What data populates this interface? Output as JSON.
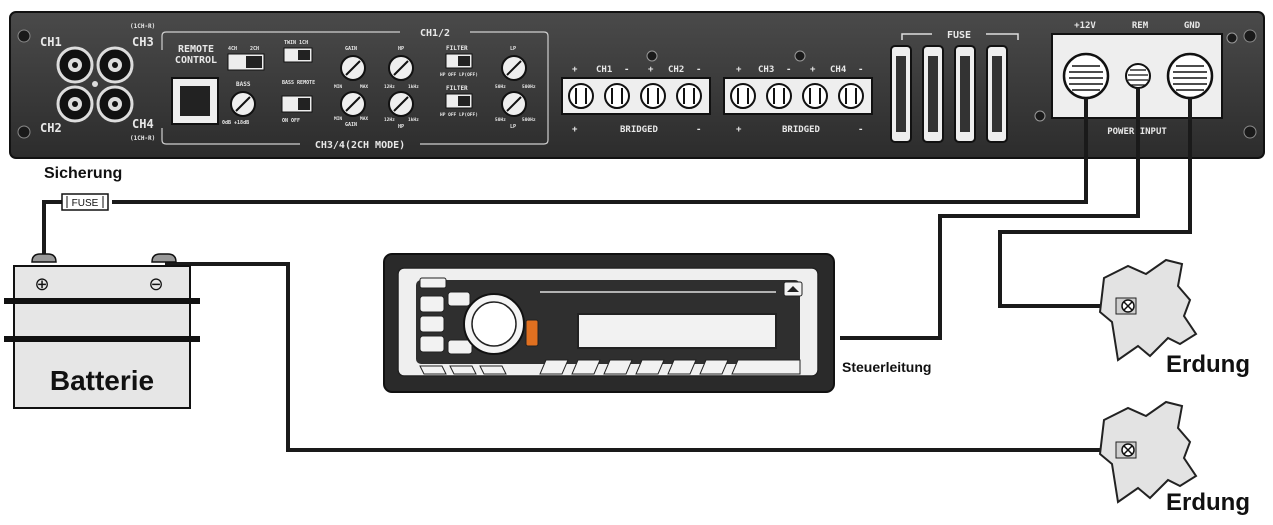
{
  "amplifier": {
    "channels": {
      "ch1": "CH1",
      "ch2": "CH2",
      "ch3": "CH3",
      "ch4": "CH4",
      "ch3_sub": "(1CH-R)",
      "ch4_sub": "(1CH-R)"
    },
    "remote_control": {
      "line1": "REMOTE",
      "line2": "CONTROL"
    },
    "switches": {
      "ch_select": "4CH   2CH",
      "ch_select_l": "4CH",
      "ch_select_r": "2CH",
      "twin_bridge": "TWIN 1CH",
      "bass_remote": "BASS REMOTE",
      "bass_scale": "0dB   +18dB",
      "bass_remote_scale": "ON   OFF"
    },
    "bass_knob": "BASS",
    "ch12_group": "CH1/2",
    "ch34_group": "CH3/4(2CH MODE)",
    "knob_labels": {
      "gain": "GAIN",
      "hp": "HP",
      "lp": "LP",
      "gain_min": "MIN",
      "gain_max": "MAX",
      "hp_lo": "12Hz",
      "hp_hi": "1kHz",
      "lp_lo": "50Hz",
      "lp_hi": "500Hz"
    },
    "filter": {
      "label": "FILTER",
      "options": "HP  OFF  LP(OFF)"
    },
    "speaker_terminals": [
      {
        "ch_a": "CH1",
        "ch_b": "CH2",
        "bridged": "BRIDGED"
      },
      {
        "ch_a": "CH3",
        "ch_b": "CH4",
        "bridged": "BRIDGED"
      }
    ],
    "plus": "+",
    "minus": "-",
    "fuse_block": "FUSE",
    "power_terminals": {
      "plus12v": "+12V",
      "rem": "REM",
      "gnd": "GND",
      "caption": "POWER INPUT"
    }
  },
  "labels": {
    "sicherung": "Sicherung",
    "fuse": "FUSE",
    "batterie": "Batterie",
    "plus_symbol": "⊕",
    "minus_symbol": "⊖",
    "steuerleitung": "Steuerleitung",
    "erdung1": "Erdung",
    "erdung2": "Erdung"
  },
  "colors": {
    "amp_body": "#3a3a3a",
    "amp_panel_text": "#e8e8e8",
    "wire": "#1a1a1a",
    "battery_fill": "#e6e6e6",
    "ground_fill": "#e3e3e3",
    "head_unit_body": "#2a2a2a",
    "head_unit_face": "#efefef"
  }
}
